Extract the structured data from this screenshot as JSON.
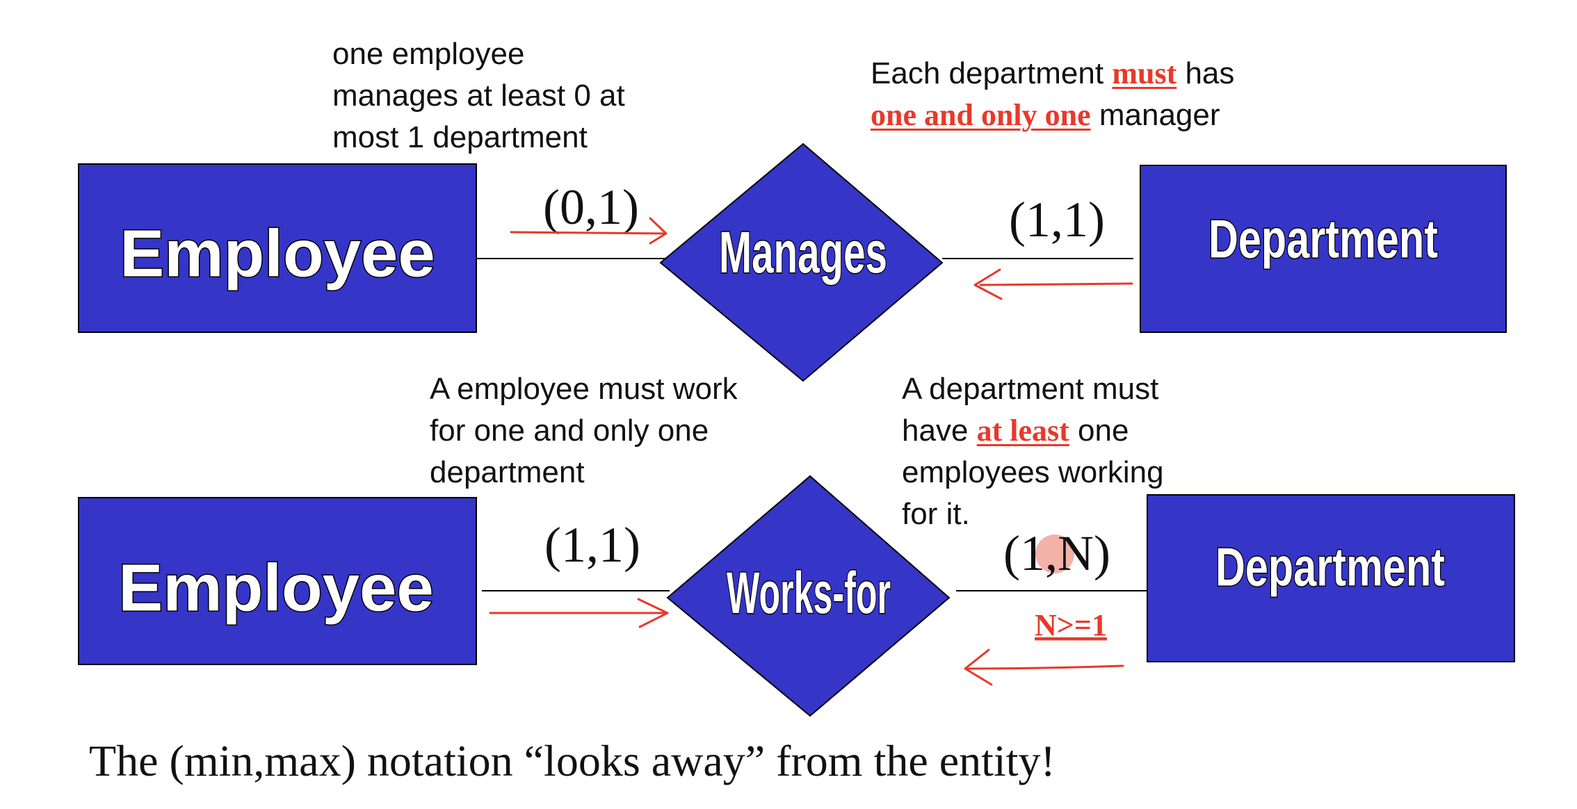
{
  "colors": {
    "entity_fill": "#3535c8",
    "annotation_red": "#e8392a",
    "text": "#111111"
  },
  "diagram": {
    "row1": {
      "left_entity": "Employee",
      "relationship": "Manages",
      "right_entity": "Department",
      "left_cardinality": "(0,1)",
      "right_cardinality": "(1,1)"
    },
    "row2": {
      "left_entity": "Employee",
      "relationship": "Works-for",
      "right_entity": "Department",
      "left_cardinality": "(1,1)",
      "right_cardinality": "(1,N)",
      "constraint": "N>=1"
    }
  },
  "notes": {
    "manages_employee": [
      "one employee",
      "manages at least 0 at",
      "most 1 department"
    ],
    "manages_department": {
      "line1_pre": "Each department ",
      "line1_hl": "must",
      "line1_post": " has",
      "line2_hl": "one and only one",
      "line2_post": " manager"
    },
    "works_employee": [
      "A employee must work",
      "for one and only one",
      "department"
    ],
    "works_department": {
      "line1": "A department must",
      "line2_pre": "have ",
      "line2_hl": "at least",
      "line2_post": " one",
      "line3": "employees working",
      "line4": "for it."
    }
  },
  "footer": "The (min,max) notation “looks away” from the entity!"
}
